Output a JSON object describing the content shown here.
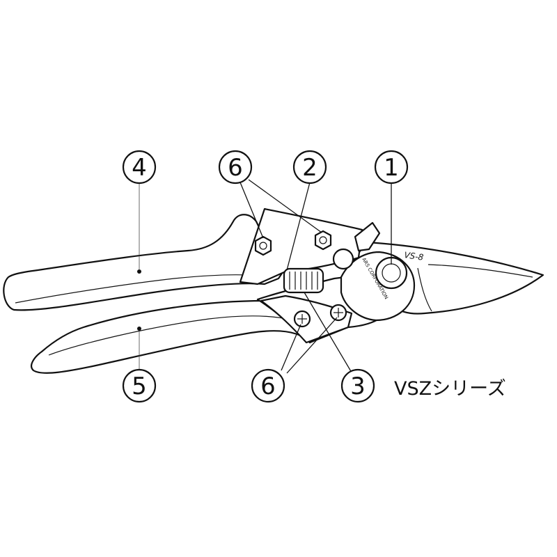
{
  "series_label": "VSZシリーズ",
  "engravings": {
    "model": "VS-8",
    "maker": "ARS CORPORATION"
  },
  "callouts": [
    {
      "id": "c4",
      "label": "4"
    },
    {
      "id": "c6a",
      "label": "6"
    },
    {
      "id": "c2",
      "label": "2"
    },
    {
      "id": "c1",
      "label": "1"
    },
    {
      "id": "c5",
      "label": "5"
    },
    {
      "id": "c6b",
      "label": "6"
    },
    {
      "id": "c3",
      "label": "3"
    }
  ],
  "colors": {
    "line": "#111111",
    "background": "#ffffff"
  }
}
